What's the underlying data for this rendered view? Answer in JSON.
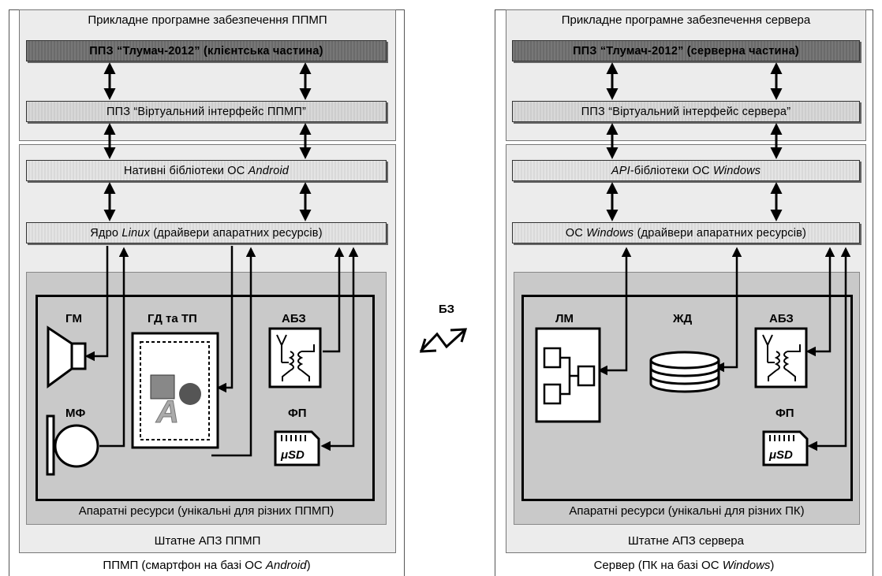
{
  "left": {
    "caption_pre": "ППМП (смартфон на базі ОС ",
    "caption_os": "Android",
    "caption_post": ")",
    "app_panel_title": "Прикладне програмне забезпечення ППМП",
    "client_bar": "ППЗ “Тлумач-2012” (клієнтська частина)",
    "virtual_bar": "ППЗ “Віртуальний інтерфейс ППМП”",
    "native_pre": "Нативні бібліотеки ОС ",
    "native_os": "Android",
    "kernel_pre": "Ядро ",
    "kernel_os": "Linux",
    "kernel_post": " (драйвери апаратних ресурсів)",
    "std_apz": "Штатне АПЗ ППМП",
    "hw_caption": "Апаратні ресурси (унікальні для різних ППМП)",
    "gm": "ГМ",
    "gd": "ГД та ТП",
    "abz": "АБЗ",
    "mf": "МФ",
    "fp": "ФП",
    "usd": "μSD"
  },
  "right": {
    "caption_pre": "Сервер (ПК на базі ОС ",
    "caption_os": "Windows",
    "caption_post": ")",
    "app_panel_title": "Прикладне програмне забезпечення сервера",
    "server_bar": "ППЗ “Тлумач-2012” (серверна частина)",
    "virtual_bar": "ППЗ “Віртуальний інтерфейс сервера”",
    "api_pre": "API",
    "api_post": "-бібліотеки ОС ",
    "api_os": "Windows",
    "os_pre": "ОС ",
    "os_name": "Windows",
    "os_post": " (драйвери апаратних ресурсів)",
    "std_apz": "Штатне АПЗ сервера",
    "hw_caption": "Апаратні ресурси (унікальні для різних ПК)",
    "lm": "ЛМ",
    "zhd": "ЖД",
    "abz": "АБЗ",
    "fp": "ФП",
    "usd": "μSD"
  },
  "bz": "БЗ"
}
